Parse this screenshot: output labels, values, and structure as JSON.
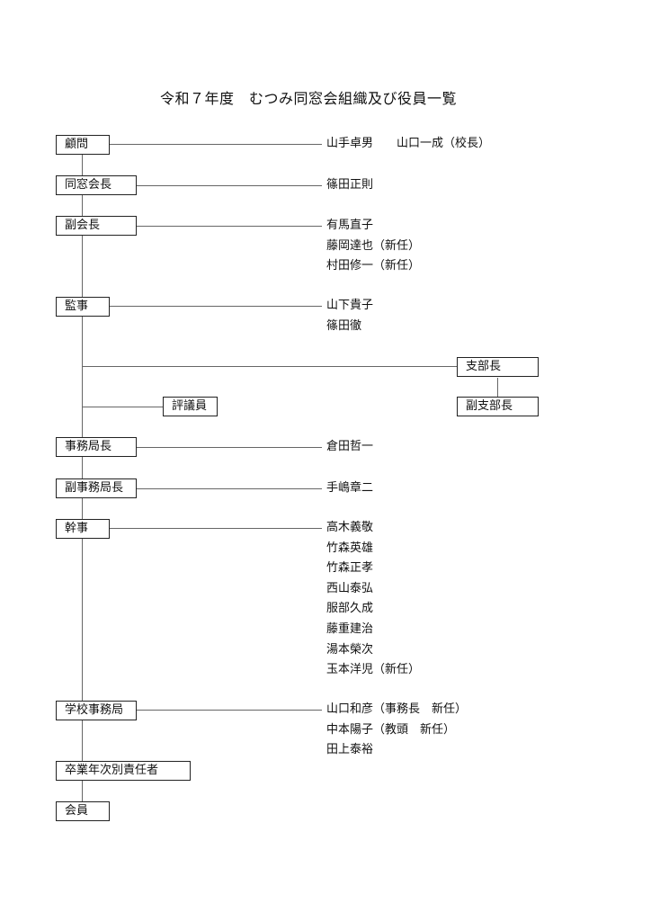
{
  "title": "令和７年度　むつみ同窓会組織及び役員一覧",
  "roles": {
    "komon": {
      "label": "顧問",
      "members": [
        "山手卓男　　山口一成（校長）"
      ]
    },
    "kaicho": {
      "label": "同窓会長",
      "members": [
        "篠田正則"
      ]
    },
    "fukukaicho": {
      "label": "副会長",
      "members": [
        "有馬直子",
        "藤岡達也（新任）",
        "村田修一（新任）"
      ]
    },
    "kanji_audit": {
      "label": "監事",
      "members": [
        "山下貴子",
        "篠田徹"
      ]
    },
    "shibucho": {
      "label": "支部長"
    },
    "fukushibucho": {
      "label": "副支部長"
    },
    "hyogiin": {
      "label": "評議員"
    },
    "jimukyokucho": {
      "label": "事務局長",
      "members": [
        "倉田哲一"
      ]
    },
    "fukujimukyokucho": {
      "label": "副事務局長",
      "members": [
        "手嶋章二"
      ]
    },
    "kanji": {
      "label": "幹事",
      "members": [
        "高木義敬",
        "竹森英雄",
        "竹森正孝",
        "西山泰弘",
        "服部久成",
        "藤重建治",
        "湯本榮次",
        "玉本洋児（新任）"
      ]
    },
    "gakko": {
      "label": "学校事務局",
      "members": [
        "山口和彦（事務長　新任）",
        "中本陽子（教頭　新任）",
        "田上泰裕"
      ]
    },
    "sotsugyo": {
      "label": "卒業年次別責任者"
    },
    "kaiin": {
      "label": "会員"
    }
  }
}
